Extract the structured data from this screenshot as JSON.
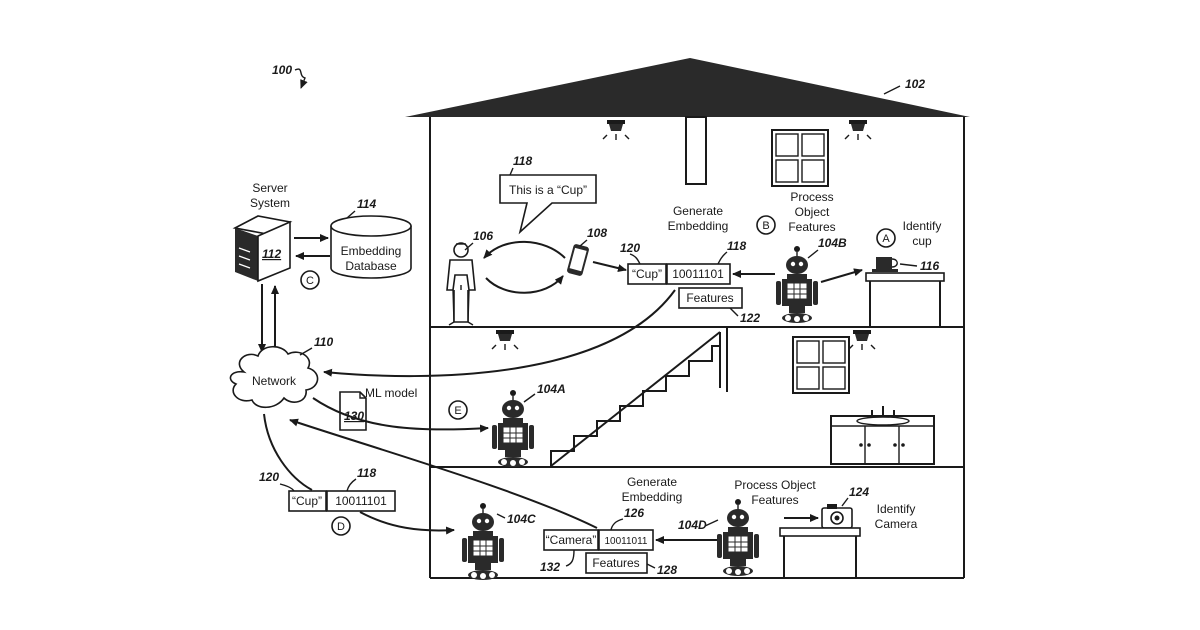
{
  "figure_ref": "100",
  "house": {
    "ref": "102"
  },
  "server": {
    "label_line1": "Server",
    "label_line2": "System",
    "ref": "112"
  },
  "database": {
    "ref": "114",
    "label_line1": "Embedding",
    "label_line2": "Database"
  },
  "network": {
    "label": "Network",
    "ref": "110"
  },
  "ml_model": {
    "label": "ML model",
    "ref": "130"
  },
  "speech": {
    "ref": "118",
    "text": "This is a “Cup”"
  },
  "user_ref": "106",
  "phone_ref": "108",
  "upper_floor": {
    "generate_line1": "Generate",
    "generate_line2": "Embedding",
    "cup_tag": "“Cup”",
    "cup_tag_ref": "120",
    "embedding": "10011101",
    "embedding_ref": "118",
    "features": "Features",
    "features_ref": "122",
    "process_line1": "Process",
    "process_line2": "Object",
    "process_line3": "Features",
    "robot_ref": "104B",
    "identify_line1": "Identify",
    "identify_line2": "cup",
    "cup_ref": "116"
  },
  "middle_floor": {
    "robot_ref": "104A"
  },
  "lower_floor": {
    "robot_c_ref": "104C",
    "generate_line1": "Generate",
    "generate_line2": "Embedding",
    "camera_tag": "“Camera”",
    "camera_tag_ref": "132",
    "embedding": "10011011",
    "embedding_ref": "126",
    "features": "Features",
    "features_ref": "128",
    "robot_d_ref": "104D",
    "process_line1": "Process Object",
    "process_line2": "Features",
    "camera_ref": "124",
    "identify_line1": "Identify",
    "identify_line2": "Camera"
  },
  "transfer_box": {
    "cup_tag": "“Cup”",
    "cup_tag_ref": "120",
    "embedding": "10011101",
    "embedding_ref": "118"
  },
  "steps": {
    "a": "A",
    "b": "B",
    "c": "C",
    "d": "D",
    "e": "E"
  }
}
